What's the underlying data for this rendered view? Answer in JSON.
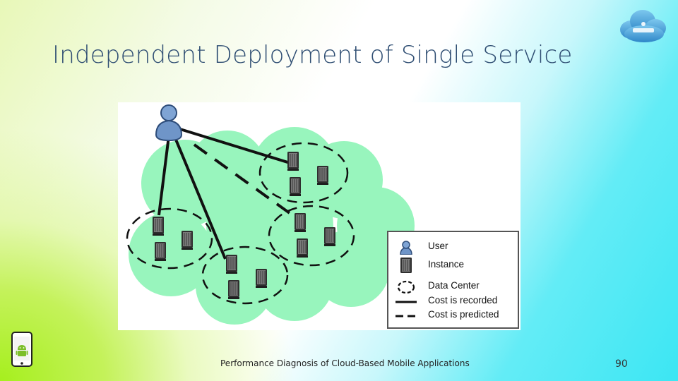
{
  "slide": {
    "title": "Independent Deployment of Single Service",
    "footer": "Performance Diagnosis of Cloud-Based Mobile Applications",
    "page_number": "90"
  },
  "legend": {
    "items": [
      {
        "label": "User",
        "symbol": "user-icon"
      },
      {
        "label": "Instance",
        "symbol": "server-icon"
      },
      {
        "label": "Data Center",
        "symbol": "dashed-circle-icon"
      },
      {
        "label": "Cost is recorded",
        "symbol": "solid-line"
      },
      {
        "label": "Cost is predicted",
        "symbol": "dashed-line"
      }
    ]
  },
  "icons": {
    "logo": "cloud-logo-icon",
    "phone": "android-phone-icon"
  },
  "colors": {
    "title": "#2f4e73",
    "cloud_fill": "#98f5bd",
    "user_blue": "#6f95c8",
    "server_dark": "#3a3a3a"
  }
}
